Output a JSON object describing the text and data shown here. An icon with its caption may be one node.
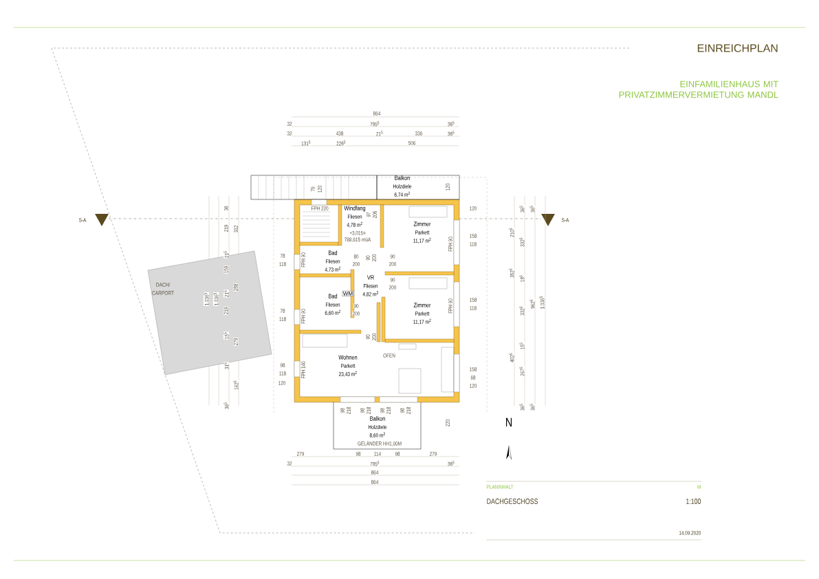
{
  "diagram": {
    "title": "EINREICHPLAN",
    "nodes": [
      {
        "text": [
          "Balkon",
          "Holzdiele",
          "6,74 m$^{2}$"
        ]
      },
      {
        "text": [
          "Windfang",
          "Fliesen",
          "4,78 m$^{2}$"
        ]
      },
      {
        "text": [
          "Zimmer",
          "Parkett",
          "11,17 m$^{2}$"
        ]
      },
      {
        "text": [
          "Bad",
          "Fliesen",
          "4,73 m$^{2}$"
        ]
      },
      {
        "text": [
          "VR",
          "Fliesen",
          "4,82 m$^{2}$"
        ]
      },
      {
        "text": [
          "Bad",
          "Fliesen",
          "6,60 m$^{2}$"
        ]
      },
      {
        "text": [
          "Zimmer",
          "Parkett",
          "11,17 m$^{2}$"
        ]
      },
      {
        "text": [
          "Wohnen",
          "Parkett",
          "23,43 m$^{2}$"
        ]
      },
      {
        "text": [
          "Balkon",
          "Holzdiele",
          "8,60 m$^{2}$"
        ]
      },
      {
        "text": [
          "DACH/ CARPORT"
        ]
      },
      {
        "text": [
          "WM"
        ]
      }
    ],
    "labels": [
      "EINFAMILIENHAUS MIT PRIVATZIMMERVERMIETUNG MANDL",
      "864",
      "32",
      "795$^{5}$",
      "36$^{5}$",
      "32",
      "438",
      "21$^{5}$",
      "336",
      "36$^{5}$",
      "131$^{5}$",
      "226$^{5}$",
      "506",
      "S-A",
      "S-A",
      "79",
      "120",
      "120",
      "FPH 220",
      "97",
      "206",
      "+3,015= 788,615 müA",
      "80",
      "200",
      "90",
      "200",
      "90",
      "200",
      "90",
      "200",
      "90",
      "200",
      "90",
      "200",
      "FPH 90",
      "FPH 90",
      "FPH 140",
      "FPH 90",
      "FPH 90",
      "78",
      "118",
      "78",
      "118",
      "98",
      "118",
      "120",
      "1.036$^{5}$",
      "1.036$^{5}$",
      "36",
      "219",
      "21$^{5}$",
      "159",
      "21$^{5}$",
      "219",
      "15$^{5}$",
      "31$^{5}$",
      "36$^{5}$",
      "312",
      "288",
      "279",
      "162$^{5}$",
      "120",
      "158",
      "118",
      "158",
      "118",
      "158",
      "68",
      "120",
      "210$^{5}$",
      "352$^{5}$",
      "402$^{5}$",
      "36$^{5}$",
      "332$^{5}$",
      "18$^{5}$",
      "332$^{5}$",
      "15$^{5}$",
      "267$^{5}$",
      "36$^{5}$",
      "36$^{5}$",
      "962$^{5}$",
      "36$^{5}$",
      "1.036$^{5}$",
      "OFEN",
      "98",
      "218",
      "98",
      "218",
      "98",
      "218",
      "98",
      "218",
      "220",
      "GELÄNDER HH1,00M",
      "279",
      "98",
      "114",
      "98",
      "279",
      "32",
      "795$^{5}$",
      "36$^{5}$",
      "864",
      "864",
      "N",
      "PLANINHALT",
      "M",
      "DACHGESCHOSS",
      "1:100",
      "14.09.2020"
    ]
  }
}
